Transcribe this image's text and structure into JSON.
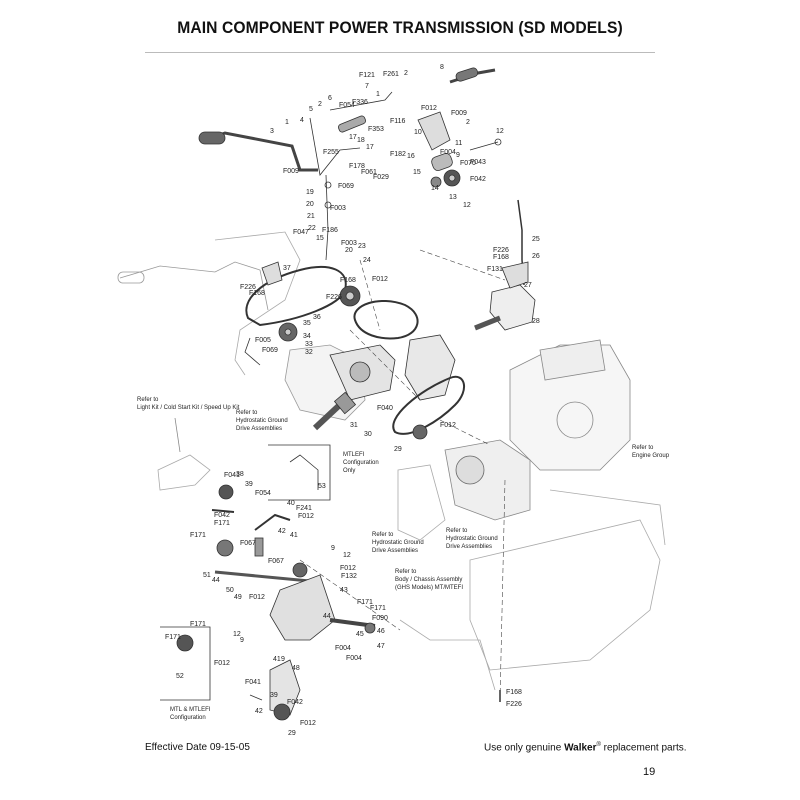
{
  "title": "MAIN COMPONENT POWER TRANSMISSION (SD MODELS)",
  "footer": {
    "effective_date": "Effective Date 09-15-05",
    "tagline_prefix": "Use only genuine ",
    "brand": "Walker",
    "registered": "®",
    "tagline_suffix": " replacement parts.",
    "page_number": "19"
  },
  "notes": {
    "light_kit_1": "Refer to",
    "light_kit_2": "Light Kit / Cold Start Kit / Speed Up Kit",
    "hydro_a_1": "Refer to",
    "hydro_a_2": "Hydrostatic Ground",
    "hydro_a_3": "Drive Assemblies",
    "mtlefi_1": "MTLEFI",
    "mtlefi_2": "Configuration",
    "mtlefi_3": "Only",
    "engine_1": "Refer to",
    "engine_2": "Engine Group",
    "hydro_b_1": "Refer to",
    "hydro_b_2": "Hydrostatic Ground",
    "hydro_b_3": "Drive Assemblies",
    "hydro_c_1": "Refer to",
    "hydro_c_2": "Hydrostatic Ground",
    "hydro_c_3": "Drive Assemblies",
    "body_1": "Refer to",
    "body_2": "Body / Chassis Assembly",
    "body_3": "(GHS Models) MT/MTEFI",
    "mtl_1": "MTL & MTLEFI",
    "mtl_2": "Configuration"
  },
  "callouts": {
    "c1": "F121",
    "c2": "F261",
    "c3": "2",
    "c4": "8",
    "c5": "7",
    "c6": "1",
    "c7": "6",
    "c8": "F336",
    "c9": "F054",
    "c10": "5",
    "c11": "2",
    "c12": "4",
    "c13": "3",
    "c14": "1",
    "c15": "F353",
    "c16": "F255",
    "c17": "17",
    "c18": "18",
    "c19": "17",
    "c20": "F009",
    "c21": "F178",
    "c22": "F061",
    "c23": "F029",
    "c24": "F012",
    "c25": "F009",
    "c26": "2",
    "c27": "F116",
    "c28": "10",
    "c29": "F182",
    "c30": "16",
    "c31": "11",
    "c32": "F004",
    "c33": "F070",
    "c34": "9",
    "c35": "12",
    "c36": "F043",
    "c37": "15",
    "c38": "14",
    "c39": "13",
    "c40": "F042",
    "c41": "12",
    "c42": "19",
    "c43": "F069",
    "c44": "20",
    "c45": "F003",
    "c46": "21",
    "c47": "F047",
    "c48": "22",
    "c49": "F186",
    "c50": "15",
    "c51": "F003",
    "c52": "20",
    "c53": "23",
    "c54": "24",
    "c55": "F168",
    "c56": "F012",
    "c57": "37",
    "c58": "F226",
    "c59": "F168",
    "c60": "F226",
    "c61": "25",
    "c62": "F226",
    "c63": "F168",
    "c64": "26",
    "c65": "F131",
    "c66": "27",
    "c67": "28",
    "c68": "36",
    "c69": "35",
    "c70": "34",
    "c71": "33",
    "c72": "32",
    "c73": "F005",
    "c74": "F069",
    "c75": "31",
    "c76": "F040",
    "c77": "30",
    "c78": "29",
    "c79": "F012",
    "c80": "53",
    "c81": "F041",
    "c82": "38",
    "c83": "39",
    "c84": "F054",
    "c85": "F042",
    "c86": "F171",
    "c87": "40",
    "c88": "F241",
    "c89": "F012",
    "c90": "F171",
    "c91": "42",
    "c92": "41",
    "c93": "F067",
    "c94": "F067",
    "c95": "9",
    "c96": "12",
    "c97": "F012",
    "c98": "F132",
    "c99": "51",
    "c100": "44",
    "c101": "50",
    "c102": "49",
    "c103": "F012",
    "c104": "43",
    "c105": "F171",
    "c106": "F171",
    "c107": "F090",
    "c108": "46",
    "c109": "45",
    "c110": "44",
    "c111": "47",
    "c112": "F004",
    "c113": "F004",
    "c114": "F171",
    "c115": "F171",
    "c116": "12",
    "c117": "9",
    "c118": "F012",
    "c119": "52",
    "c120": "41",
    "c121": "9",
    "c122": "48",
    "c123": "F041",
    "c124": "39",
    "c125": "F042",
    "c126": "42",
    "c127": "29",
    "c128": "F012",
    "c129": "F168",
    "c130": "F226"
  }
}
